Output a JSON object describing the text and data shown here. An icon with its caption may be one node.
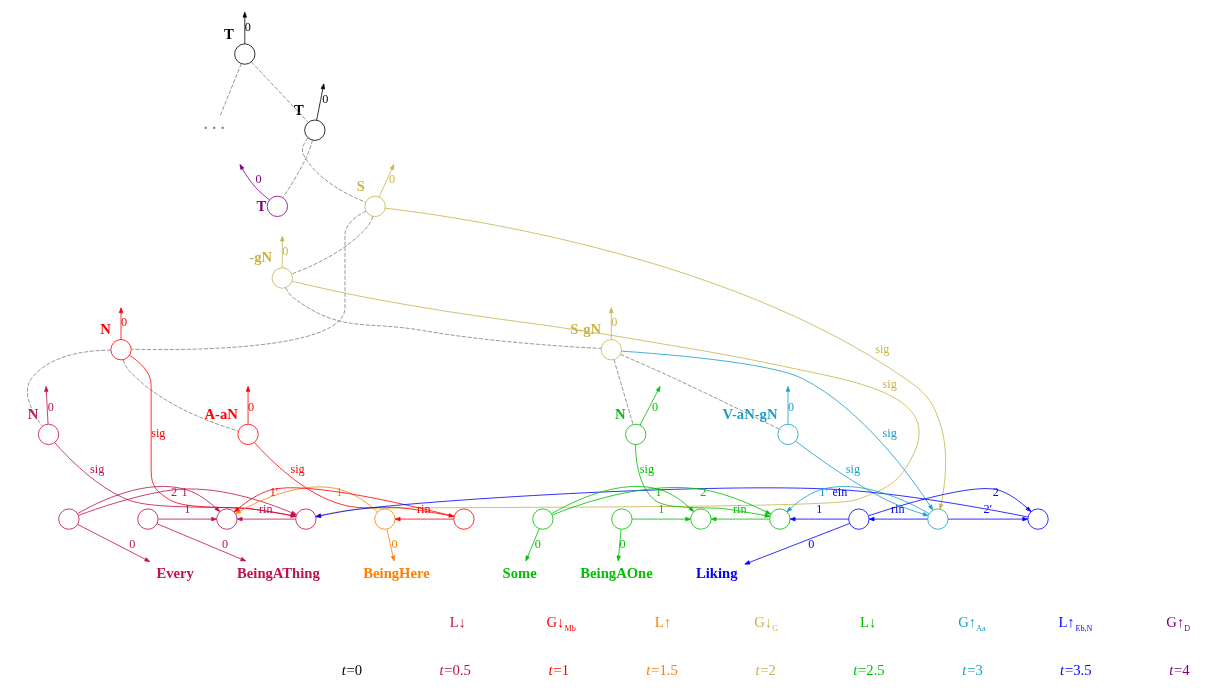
{
  "diagram": {
    "nodes": [
      {
        "text": [
          "T"
        ]
      },
      {
        "text": [
          "T"
        ]
      },
      {
        "text": [
          "· · ·"
        ]
      },
      {
        "text": [
          "T"
        ]
      },
      {
        "text": [
          "S"
        ]
      },
      {
        "text": [
          "-gN"
        ]
      },
      {
        "text": [
          "S-gN"
        ]
      },
      {
        "text": [
          "N"
        ]
      },
      {
        "text": [
          "N"
        ]
      },
      {
        "text": [
          "A-aN"
        ]
      },
      {
        "text": [
          "N"
        ]
      },
      {
        "text": [
          "V-aN-gN"
        ]
      },
      {
        "text": [],
        "shape": "circle"
      },
      {
        "text": [],
        "shape": "circle"
      },
      {
        "text": [],
        "shape": "circle"
      },
      {
        "text": [],
        "shape": "circle"
      },
      {
        "text": [],
        "shape": "circle"
      },
      {
        "text": [],
        "shape": "circle"
      },
      {
        "text": [],
        "shape": "circle"
      },
      {
        "text": [],
        "shape": "circle"
      },
      {
        "text": [],
        "shape": "circle"
      },
      {
        "text": [],
        "shape": "circle"
      },
      {
        "text": [],
        "shape": "circle"
      },
      {
        "text": [],
        "shape": "circle"
      },
      {
        "text": [],
        "shape": "circle"
      },
      {
        "text": [
          "Every"
        ]
      },
      {
        "text": [
          "BeingAThing"
        ]
      },
      {
        "text": [
          "BeingHere"
        ]
      },
      {
        "text": [
          "Some"
        ]
      },
      {
        "text": [
          "BeingAOne"
        ]
      },
      {
        "text": [
          "Liking"
        ]
      }
    ],
    "edges": [
      {
        "from": 0,
        "to": 2,
        "arrow": "none",
        "style": "dashed",
        "color": "#808080"
      },
      {
        "from": 0,
        "to": 1,
        "arrow": "none",
        "style": "dashed",
        "color": "#808080"
      },
      {
        "from": 1,
        "to": 4,
        "arrow": "none",
        "style": "dashed",
        "color": "#808080"
      },
      {
        "from": 1,
        "to": 3,
        "arrow": "none",
        "style": "dashed",
        "color": "#808080"
      },
      {
        "from": 4,
        "to": 7,
        "arrow": "none",
        "style": "dashed",
        "color": "#808080"
      },
      {
        "from": 4,
        "to": 5,
        "arrow": "none",
        "style": "dashed",
        "color": "#808080"
      },
      {
        "from": 5,
        "to": 6,
        "arrow": "none",
        "style": "dashed",
        "color": "#808080"
      },
      {
        "from": 7,
        "to": 8,
        "arrow": "none",
        "style": "dashed",
        "color": "#808080"
      },
      {
        "from": 7,
        "to": 9,
        "arrow": "none",
        "style": "dashed",
        "color": "#808080"
      },
      {
        "from": 6,
        "to": 10,
        "arrow": "none",
        "style": "dashed",
        "color": "#808080"
      },
      {
        "from": 6,
        "to": 11,
        "arrow": "none",
        "style": "dashed",
        "color": "#808080"
      },
      {
        "from": 0,
        "to": null,
        "arrow": "to",
        "label": "0",
        "color": "#000000"
      },
      {
        "from": 1,
        "to": null,
        "arrow": "to",
        "label": "0",
        "color": "#000000"
      },
      {
        "from": 3,
        "to": null,
        "arrow": "to",
        "label": "0",
        "color": "#800080"
      },
      {
        "from": 4,
        "to": null,
        "arrow": "to",
        "label": "0",
        "color": "#c8b44b"
      },
      {
        "from": 5,
        "to": null,
        "arrow": "to",
        "label": "0",
        "color": "#c8b44b"
      },
      {
        "from": 6,
        "to": null,
        "arrow": "to",
        "label": "0",
        "color": "#c8b44b"
      },
      {
        "from": 7,
        "to": null,
        "arrow": "to",
        "label": "0",
        "color": "#ff0000"
      },
      {
        "from": 8,
        "to": null,
        "arrow": "to",
        "label": "0",
        "color": "#c0104f"
      },
      {
        "from": 9,
        "to": null,
        "arrow": "to",
        "label": "0",
        "color": "#ff0000"
      },
      {
        "from": 10,
        "to": null,
        "arrow": "to",
        "label": "0",
        "color": "#00c000"
      },
      {
        "from": 11,
        "to": null,
        "arrow": "to",
        "label": "0",
        "color": "#1a9fc8"
      },
      {
        "from": 8,
        "to": 15,
        "arrow": "to",
        "label": "sig",
        "color": "#c0104f"
      },
      {
        "from": 7,
        "to": 15,
        "arrow": "to",
        "label": "sig",
        "color": "#ff0000"
      },
      {
        "from": 9,
        "to": 17,
        "arrow": "to",
        "label": "sig",
        "color": "#ff0000"
      },
      {
        "from": 5,
        "to": 15,
        "arrow": "to",
        "label": "sig",
        "color": "#c8b44b"
      },
      {
        "from": 4,
        "to": 23,
        "arrow": "to",
        "label": "sig",
        "color": "#c8b44b"
      },
      {
        "from": 10,
        "to": 21,
        "arrow": "to",
        "label": "sig",
        "color": "#00c000"
      },
      {
        "from": 6,
        "to": 23,
        "arrow": "to",
        "label": "sig",
        "color": "#1a9fc8"
      },
      {
        "from": 11,
        "to": 23,
        "arrow": "to",
        "label": "sig",
        "color": "#1a9fc8"
      },
      {
        "from": 24,
        "to": 15,
        "arrow": "to",
        "label": "ein",
        "color": "#0000ff"
      },
      {
        "from": 13,
        "to": 14,
        "arrow": "to",
        "label": "1",
        "color": "#c0104f"
      },
      {
        "from": 15,
        "to": 14,
        "arrow": "to",
        "label": "rin",
        "color": "#c0104f"
      },
      {
        "from": 12,
        "to": 14,
        "arrow": "to",
        "label": "1",
        "color": "#c0104f"
      },
      {
        "from": 12,
        "to": 15,
        "arrow": "to",
        "label": "2",
        "color": "#c0104f"
      },
      {
        "from": 12,
        "to": 25,
        "arrow": "to",
        "label": "0",
        "color": "#c0104f"
      },
      {
        "from": 13,
        "to": 26,
        "arrow": "to",
        "label": "0",
        "color": "#c0104f"
      },
      {
        "from": 17,
        "to": 14,
        "arrow": "to",
        "label": "1′",
        "color": "#ff0000"
      },
      {
        "from": 17,
        "to": 16,
        "arrow": "to",
        "label": "rin",
        "color": "#ff0000"
      },
      {
        "from": 16,
        "to": 14,
        "arrow": "to",
        "label": "1",
        "color": "#ff8000"
      },
      {
        "from": 16,
        "to": 27,
        "arrow": "to",
        "label": "0",
        "color": "#ff8000"
      },
      {
        "from": 19,
        "to": 20,
        "arrow": "to",
        "label": "1",
        "color": "#00c000"
      },
      {
        "from": 21,
        "to": 20,
        "arrow": "to",
        "label": "rin",
        "color": "#00c000"
      },
      {
        "from": 18,
        "to": 20,
        "arrow": "to",
        "label": "1",
        "color": "#00c000"
      },
      {
        "from": 18,
        "to": 21,
        "arrow": "to",
        "label": "2",
        "color": "#00c000"
      },
      {
        "from": 18,
        "to": 28,
        "arrow": "to",
        "label": "0",
        "color": "#00c000"
      },
      {
        "from": 19,
        "to": 29,
        "arrow": "to",
        "label": "0",
        "color": "#00c000"
      },
      {
        "from": 23,
        "to": 21,
        "arrow": "to",
        "label": "1′",
        "color": "#1a9fc8"
      },
      {
        "from": 22,
        "to": 21,
        "arrow": "to",
        "label": "1",
        "color": "#0000ff"
      },
      {
        "from": 23,
        "to": 22,
        "arrow": "to",
        "label": "rin",
        "color": "#0000ff"
      },
      {
        "from": 23,
        "to": 24,
        "arrow": "to",
        "label": "2′",
        "color": "#0000ff"
      },
      {
        "from": 22,
        "to": 24,
        "arrow": "to",
        "label": "2",
        "color": "#0000ff"
      },
      {
        "from": 22,
        "to": 30,
        "arrow": "to",
        "label": "0",
        "color": "#0000ff"
      }
    ],
    "labels": [
      "L↓",
      "G↓$_{Mb}$",
      "L↑",
      "G↓$_{G}$",
      "L↓",
      "G↑$_{Aa}$",
      "L↑$_{Eb,N}$",
      "G↑$_{D}$",
      "*t*=0",
      "*t*=0.5",
      "*t*=1",
      "*t*=1.5",
      "*t*=2",
      "*t*=2.5",
      "*t*=3",
      "*t*=3.5",
      "*t*=4"
    ]
  }
}
